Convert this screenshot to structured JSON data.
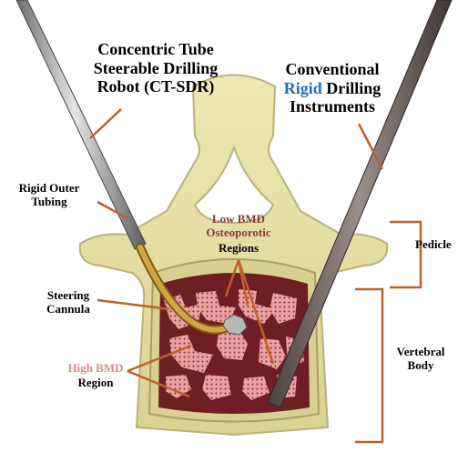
{
  "labels": {
    "ctsdr": [
      "Concentric Tube",
      "Steerable Drilling",
      "Robot (CT-SDR)"
    ],
    "conventional": {
      "line1": "Conventional",
      "line2_highlight": "Rigid",
      "line2_rest": " Drilling",
      "line3": "Instruments"
    },
    "rigid_outer": [
      "Rigid Outer",
      "Tubing"
    ],
    "low_bmd": [
      "Low BMD",
      "Osteoporotic"
    ],
    "regions": "Regions",
    "pedicle": "Pedicle",
    "steering": [
      "Steering",
      "Cannula"
    ],
    "high_bmd": "High BMD",
    "region": "Region",
    "vertebral": [
      "Vertebral",
      "Body"
    ]
  },
  "colors": {
    "bone": "#e7e2a4",
    "bone_edge": "#b9b27a",
    "cancellous": "#6e1f23",
    "pattern": "#e9a4a4",
    "leader": "#c0602a",
    "highlight_blue": "#1f6fb5",
    "low_bmd_text": "#8c3a3a",
    "high_bmd_text": "#d98b8b"
  },
  "icons": [
    "concentric-tube-robot-icon",
    "rigid-drill-icon",
    "vertebra-icon"
  ]
}
